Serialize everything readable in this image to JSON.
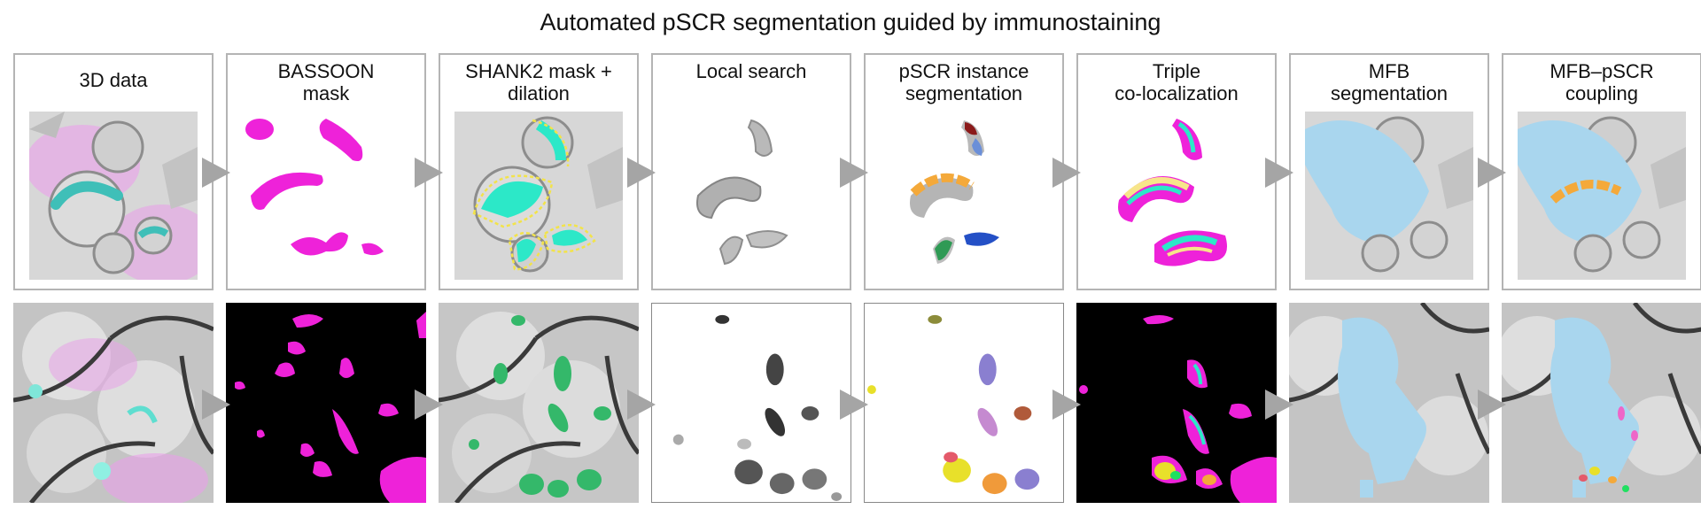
{
  "title": "Automated pSCR segmentation guided by immunostaining",
  "panels": [
    {
      "label": "3D data"
    },
    {
      "label": "BASSOON\nmask"
    },
    {
      "label": "SHANK2 mask +\ndilation"
    },
    {
      "label": "Local search"
    },
    {
      "label": "pSCR instance\nsegmentation"
    },
    {
      "label": "Triple\nco-localization"
    },
    {
      "label": "MFB\nsegmentation"
    },
    {
      "label": "MFB–pSCR\ncoupling"
    }
  ],
  "colors": {
    "magenta": "#ee22d9",
    "cyan": "#2ce8c8",
    "yellow_dash": "#f2e34a",
    "orange": "#f4a93a",
    "mfb_blue": "#a9d6ee",
    "arrow": "#a5a5a5",
    "border": "#b4b4b4"
  }
}
